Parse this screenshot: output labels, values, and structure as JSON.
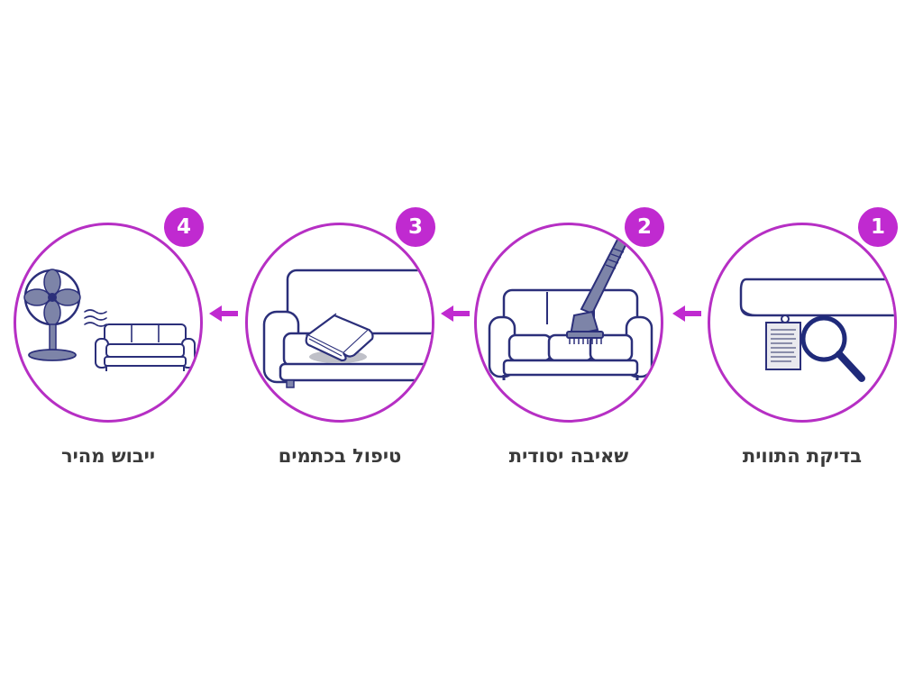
{
  "steps": [
    {
      "number": "1",
      "label": "בדיקת התווית",
      "icon": "tag-magnifier-icon"
    },
    {
      "number": "2",
      "label": "שאיבה יסודית",
      "icon": "sofa-vacuum-icon"
    },
    {
      "number": "3",
      "label": "טיפול בכתמים",
      "icon": "sofa-towel-icon"
    },
    {
      "number": "4",
      "label": "ייבוש מהיר",
      "icon": "fan-sofa-icon"
    }
  ],
  "colors": {
    "accent": "#b62fc4",
    "badge": "#c02ad0",
    "line": "#2b2f7a",
    "fill": "#8086ad",
    "label": "#3a3a3a"
  }
}
